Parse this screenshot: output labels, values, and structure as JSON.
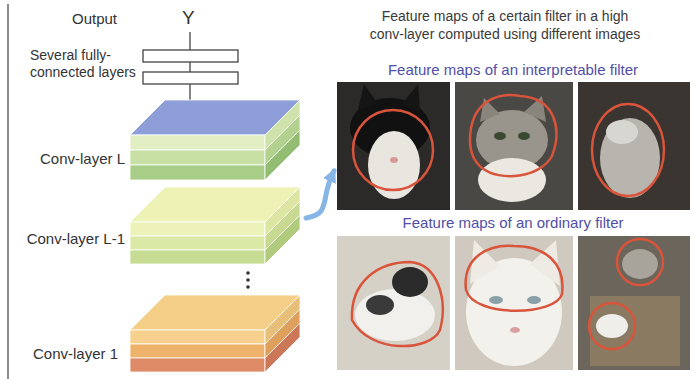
{
  "diagram": {
    "title": "Feature maps of a certain filter in a high conv-layer computed using different images",
    "nodes": [
      {
        "text": [
          "Several fully-connected layers"
        ]
      },
      {
        "text": [
          "Conv-layer L"
        ]
      },
      {
        "text": [
          "Conv-layer L-1"
        ]
      },
      {
        "text": [
          "Conv-layer 1"
        ]
      },
      {
        "text": [
          "Feature maps of an interpretable filter"
        ]
      },
      {
        "text": [
          "Feature maps of an ordinary filter"
        ]
      }
    ],
    "edges": [
      {
        "from": 2,
        "to": 4,
        "arrow": "to"
      }
    ],
    "labels": [
      "Output",
      "Y"
    ]
  }
}
